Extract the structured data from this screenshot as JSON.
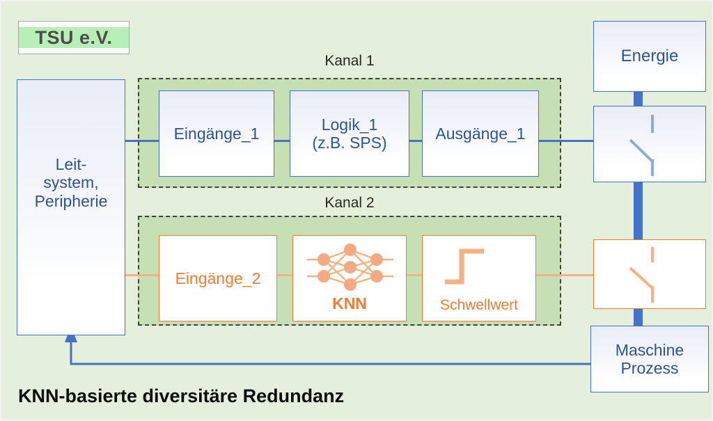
{
  "diagram": {
    "caption": "KNN-basierte diversitäre Redundanz",
    "logo": {
      "text": "TSU e.V."
    },
    "colors": {
      "background": "#e4efdc",
      "panel_green": "#c6e0b4",
      "channel1_accent": "#4472c4",
      "channel2_accent": "#ed7d31",
      "channel2_light": "#f4b183",
      "logo_band": "#b6f0b6",
      "caption_color": "#0d0d0d"
    },
    "controller": {
      "label_line1": "Leit-",
      "label_line2": "system,",
      "label_line3": "Peripherie"
    },
    "channels": [
      {
        "name": "Kanal 1",
        "blocks": [
          {
            "label_line1": "Eingänge_1",
            "label_line2": ""
          },
          {
            "label_line1": "Logik_1",
            "label_line2": "(z.B. SPS)"
          },
          {
            "label_line1": "Ausgänge_1",
            "label_line2": ""
          }
        ]
      },
      {
        "name": "Kanal 2",
        "blocks": [
          {
            "label_line1": "Eingänge_2",
            "label_line2": ""
          },
          {
            "label_line1": "KNN",
            "label_line2": ""
          },
          {
            "label_line1": "Schwellwert",
            "label_line2": ""
          }
        ]
      }
    ],
    "energy": {
      "label": "Energie"
    },
    "switch1": {
      "icon": "switch-open-icon"
    },
    "switch2": {
      "icon": "switch-open-icon"
    },
    "machine": {
      "label_line1": "Maschine",
      "label_line2": "Prozess"
    },
    "icons": {
      "neural_net": "neural-network-icon",
      "step_function": "step-function-icon"
    }
  }
}
